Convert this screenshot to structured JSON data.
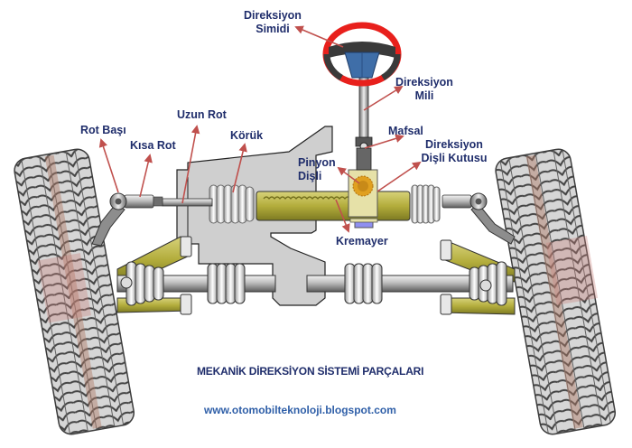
{
  "diagram": {
    "title": "MEKANİK DİREKSİYON SİSTEMİ PARÇALARI",
    "website": "www.otomobilteknoloji.blogspot.com",
    "labels": {
      "steering_wheel": {
        "line1": "Direksiyon",
        "line2": "Simidi"
      },
      "steering_shaft": {
        "line1": "Direksiyon",
        "line2": "Mili"
      },
      "universal_joint": "Mafsal",
      "steering_gearbox": {
        "line1": "Direksiyon",
        "line2": "Dişli Kutusu"
      },
      "pinion_gear": {
        "line1": "Pinyon",
        "line2": "Dişli"
      },
      "rack": "Kremayer",
      "tie_rod_end": "Rot Başı",
      "short_tie_rod": "Kısa Rot",
      "long_tie_rod": "Uzun Rot",
      "bellows_boot": "Körük"
    },
    "colors": {
      "label_text": "#1f2d6b",
      "url_text": "#2f5fa8",
      "arrow": "#c0504d",
      "wheel_rim": "#e8201c",
      "wheel_hub": "#3f6ea8",
      "rack_housing": "#b3ad3c",
      "pinion_gear": "#e0a020",
      "tire": "#8a8a8a",
      "engine_block": "#cfcfcf"
    }
  }
}
